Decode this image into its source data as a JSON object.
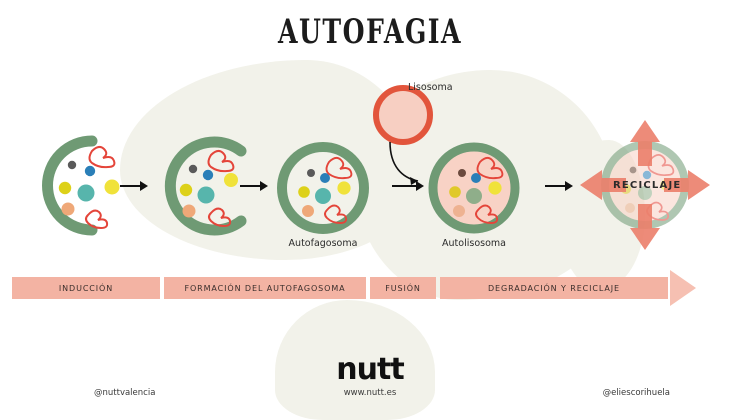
{
  "title": "AUTOFAGIA",
  "colors": {
    "green_membrane": "#6f9a74",
    "green_membrane_faded": "#8bae8e",
    "lysosome_border": "#e2553c",
    "lysosome_fill": "#f7cfc2",
    "autolysosome_fill": "#f8d2c5",
    "timeline_bar": "#f3b3a3",
    "timeline_arrow": "#f6c0b2",
    "recycle_arrow": "#ec7f6b",
    "background_blob": "#f2f2ea",
    "cargo_red": "#e4453a",
    "cargo_teal": "#57b5ac",
    "cargo_blue": "#2a7fb8",
    "cargo_yellow": "#e8d825",
    "cargo_orange": "#efa878",
    "cargo_gray": "#5a5a5a"
  },
  "labels": {
    "lisosoma": "Lisosoma",
    "autofagosoma": "Autofagosoma",
    "autolisosoma": "Autolisosoma",
    "reciclaje": "RECICLAJE"
  },
  "timeline": {
    "segments": [
      {
        "label": "INDUCCIÓN"
      },
      {
        "label": "FORMACIÓN DEL AUTOFAGOSOMA"
      },
      {
        "label": "FUSIÓN"
      },
      {
        "label": "DEGRADACIÓN Y RECICLAJE"
      }
    ]
  },
  "footer": {
    "logo": "nutt",
    "left": "@nuttvalencia",
    "middle": "www.nutt.es",
    "right": "@eliescorihuela"
  }
}
